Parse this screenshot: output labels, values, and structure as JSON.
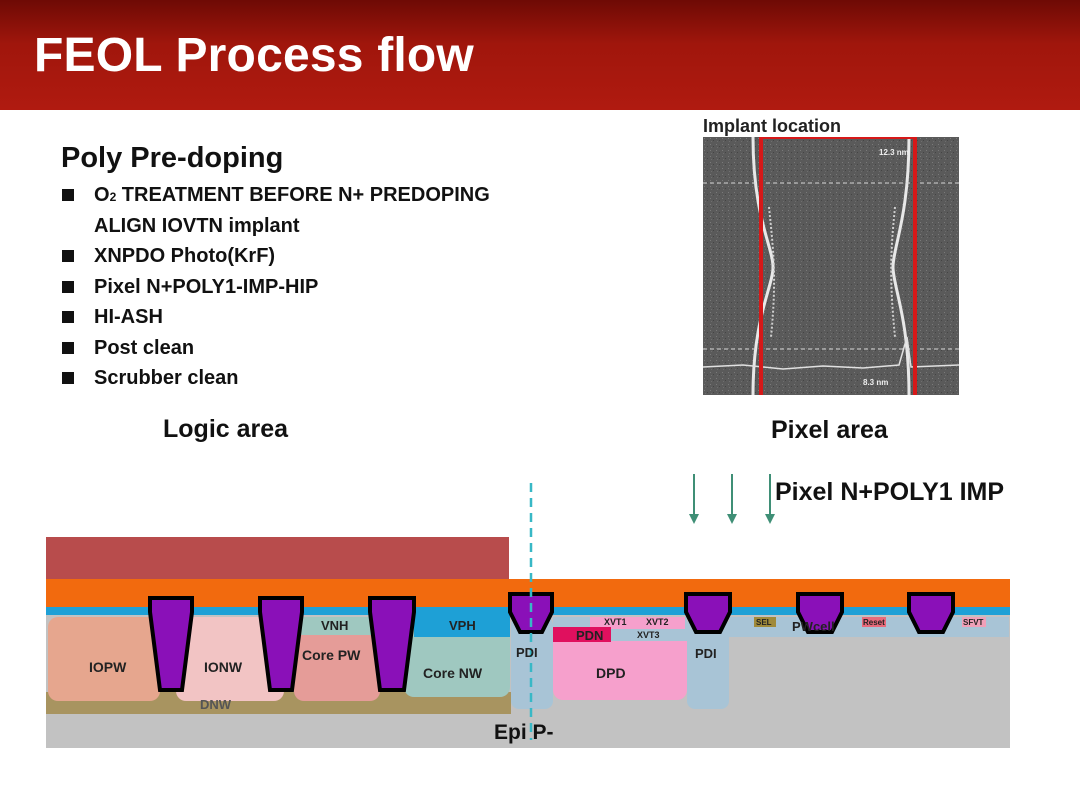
{
  "header": {
    "title": "FEOL Process flow"
  },
  "section": {
    "subtitle": "Poly Pre-doping",
    "steps": [
      {
        "text": "O",
        "sub": "2",
        "rest": " TREATMENT BEFORE N+ PREDOPING"
      },
      {
        "text": "ALIGN IOVTN implant"
      },
      {
        "text": "XNPDO  Photo(KrF)"
      },
      {
        "text": "Pixel N+POLY1-IMP-HIP"
      },
      {
        "text": "HI-ASH"
      },
      {
        "text": "Post clean"
      },
      {
        "text": "Scrubber clean"
      }
    ]
  },
  "sem": {
    "title": "Implant location",
    "scale_top": "12.3 nm",
    "scale_bottom": "8.3 nm"
  },
  "labels": {
    "logic_area": "Logic area",
    "pixel_area": "Pixel area",
    "implant": "Pixel N+POLY1 IMP"
  },
  "diagram": {
    "regions": {
      "iopw": "IOPW",
      "ionw": "IONW",
      "core_pw": "Core PW",
      "vnh": "VNH",
      "core_nw": "Core NW",
      "vph": "VPH",
      "pdi_1": "PDI",
      "pdi_2": "PDI",
      "xvt1": "XVT1",
      "xvt2": "XVT2",
      "xvt3": "XVT3",
      "pdn": "PDN",
      "dpd": "DPD",
      "sel": "SEL",
      "pwcell": "PWcell",
      "reset": "Reset",
      "sfvt": "SFVT",
      "dnw": "DNW",
      "epi": "Epi P-"
    },
    "colors": {
      "photoresist": "#b84c4c",
      "poly": "#f26a0e",
      "oxide": "#1ea0d6",
      "sti": "#8a10b8",
      "substrate": "#c2c2c2",
      "dnw": "#a89460",
      "iopw": "#e6a68e",
      "ionw": "#f2c4c4",
      "core_pw": "#e59c98",
      "core_nw": "#9fc8c0",
      "vph": "#1ea0d6",
      "pdi": "#a8c4d6",
      "dpd": "#f6a0cc",
      "pdn": "#e0105e",
      "arrow": "#3f8f76",
      "guide": "#38b8c6"
    }
  }
}
